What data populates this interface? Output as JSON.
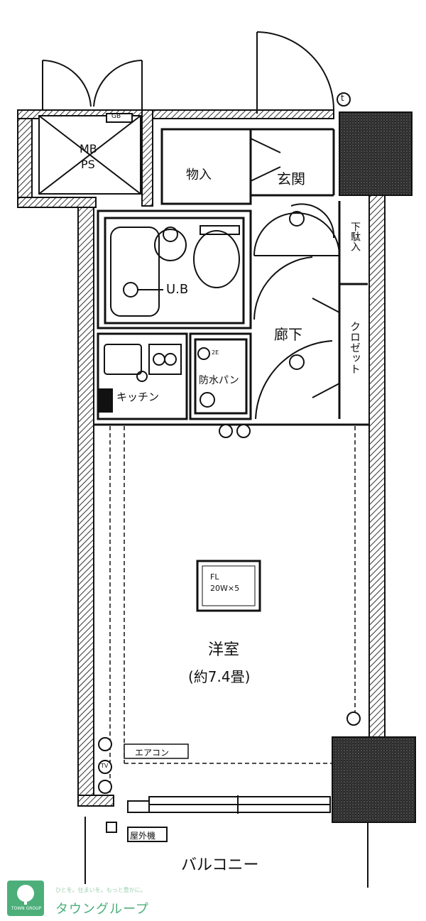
{
  "rooms": {
    "mbps_top": "MB",
    "mbps_bottom": "PS",
    "storage": "物入",
    "entrance": "玄関",
    "unit_bath": "U.B",
    "kitchen": "キッチン",
    "waterproof_pan": "防水パン",
    "hallway": "廊下",
    "closet": "クロゼット",
    "cupboard": "下駄入",
    "western_room": "洋室",
    "western_room_size": "(約7.4畳)",
    "balcony": "バルコニー"
  },
  "fixtures": {
    "light_line1": "FL",
    "light_line2": "20W×5",
    "aircon": "エアコン",
    "outdoor_unit": "屋外機",
    "washer_outlet": "2E",
    "meter_box": "GB",
    "tel": "t",
    "tv": "TV"
  },
  "brand": {
    "name": "タウングループ",
    "tagline": "ひとを。住まいを。もっと豊かに。",
    "logo_sub": "TOWN GROUP",
    "color": "#4caf7a"
  },
  "colors": {
    "wall": "#222222",
    "hatch": "#555555",
    "background": "#ffffff"
  }
}
